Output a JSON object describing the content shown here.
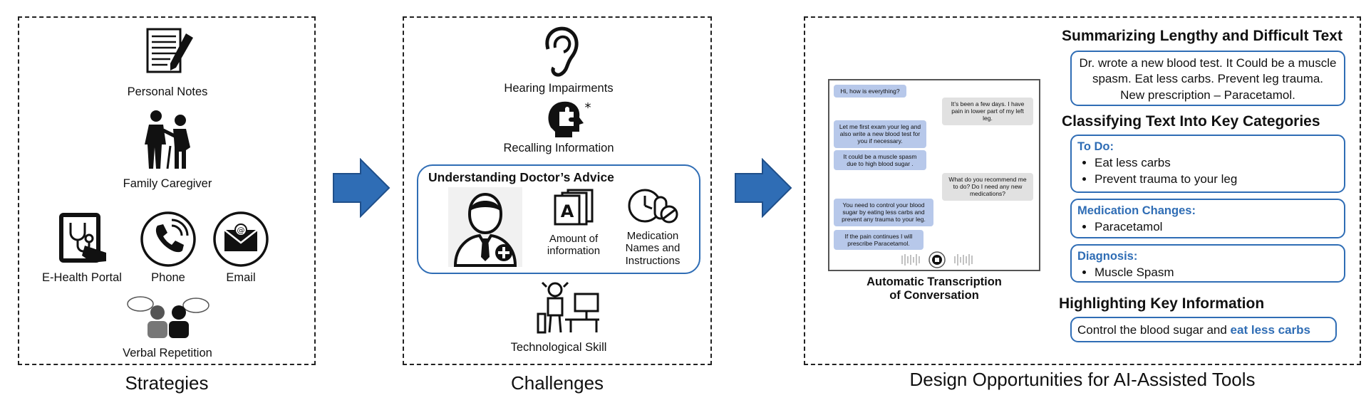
{
  "strategies": {
    "caption": "Strategies",
    "items": {
      "personal_notes": "Personal Notes",
      "family_caregiver": "Family Caregiver",
      "ehealth_portal": "E-Health Portal",
      "phone": "Phone",
      "email": "Email",
      "verbal_repetition": "Verbal Repetition"
    }
  },
  "challenges": {
    "caption": "Challenges",
    "hearing": "Hearing Impairments",
    "recalling": "Recalling Information",
    "advice_title": "Understanding Doctor’s Advice",
    "amount_line1": "Amount of",
    "amount_line2": "information",
    "medication_line1": "Medication",
    "medication_line2": "Names and",
    "medication_line3": "Instructions",
    "tech": "Technological Skill"
  },
  "design": {
    "caption": "Design Opportunities for AI-Assisted Tools",
    "transcription_line1": "Automatic Transcription",
    "transcription_line2": "of Conversation",
    "chat": [
      {
        "who": "me",
        "text": "Hi, how is everything?"
      },
      {
        "who": "them",
        "text": "It’s been a few days. I have pain in lower part of my left leg."
      },
      {
        "who": "me",
        "text": "Let me first exam your leg and also write a new blood test for you if necessary."
      },
      {
        "who": "me",
        "text": "It could be a muscle spasm due to high blood sugar ."
      },
      {
        "who": "them",
        "text": "What do you recommend me to do? Do I need any new medications?"
      },
      {
        "who": "me",
        "text": "You need to control your blood sugar by eating less carbs and prevent any trauma to your leg."
      },
      {
        "who": "me",
        "text": "If the pain continues I will prescribe Paracetamol."
      }
    ],
    "summarizing_title": "Summarizing Lengthy and Difficult Text",
    "summary_text": "Dr. wrote a new blood test. It Could be a muscle spasm. Eat less carbs. Prevent leg trauma. New prescription – Paracetamol.",
    "classifying_title": "Classifying Text Into Key Categories",
    "todo_title": "To Do:",
    "todo_items": [
      "Eat less carbs",
      "Prevent trauma to your leg"
    ],
    "medication_title": "Medication Changes:",
    "medication_items": [
      "Paracetamol"
    ],
    "diagnosis_title": "Diagnosis:",
    "diagnosis_items": [
      "Muscle Spasm"
    ],
    "highlighting_title": "Highlighting Key Information",
    "highlight_prefix": "Control the blood sugar and ",
    "highlight_key": "eat less carbs"
  },
  "colors": {
    "arrow": "#2f6db5",
    "accent": "#2f6db5",
    "me_bubble": "#b7c8ea",
    "them_bubble": "#e1e1e1"
  }
}
